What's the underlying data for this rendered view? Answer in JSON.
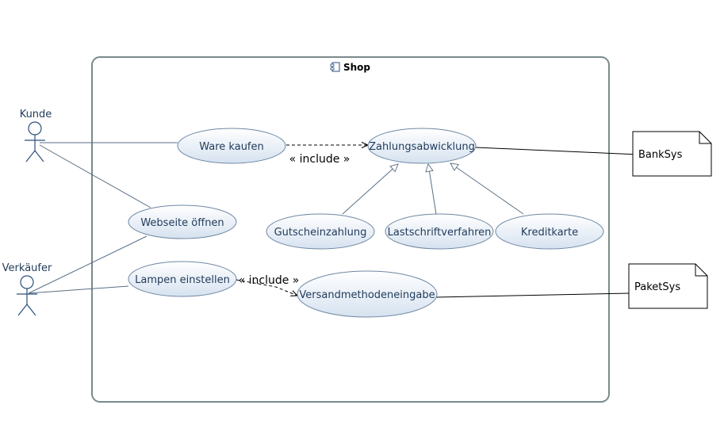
{
  "diagram": {
    "system": {
      "title": "Shop"
    },
    "actors": {
      "kunde": "Kunde",
      "verkaeufer": "Verkäufer"
    },
    "usecases": {
      "ware_kaufen": "Ware kaufen",
      "zahlungsabwicklung": "Zahlungsabwicklung",
      "webseite_oeffnen": "Webseite öffnen",
      "gutscheinzahlung": "Gutscheinzahlung",
      "lastschriftverfahren": "Lastschriftverfahren",
      "kreditkarte": "Kreditkarte",
      "lampen_einstellen": "Lampen einstellen",
      "versandmethodeneingabe": "Versandmethodeneingabe"
    },
    "notes": {
      "banksys": "BankSys",
      "paketsys": "PaketSys"
    },
    "stereotypes": {
      "include_1": "« include »",
      "include_2": "« include »"
    },
    "colors": {
      "line": "#5a6f84",
      "ellipse_stroke": "#6f87a3",
      "ellipse_fill_top": "#ffffff",
      "ellipse_fill_bottom": "#dce6f2",
      "text": "#1f3a5a",
      "system_border": "#7a8a8a"
    }
  }
}
